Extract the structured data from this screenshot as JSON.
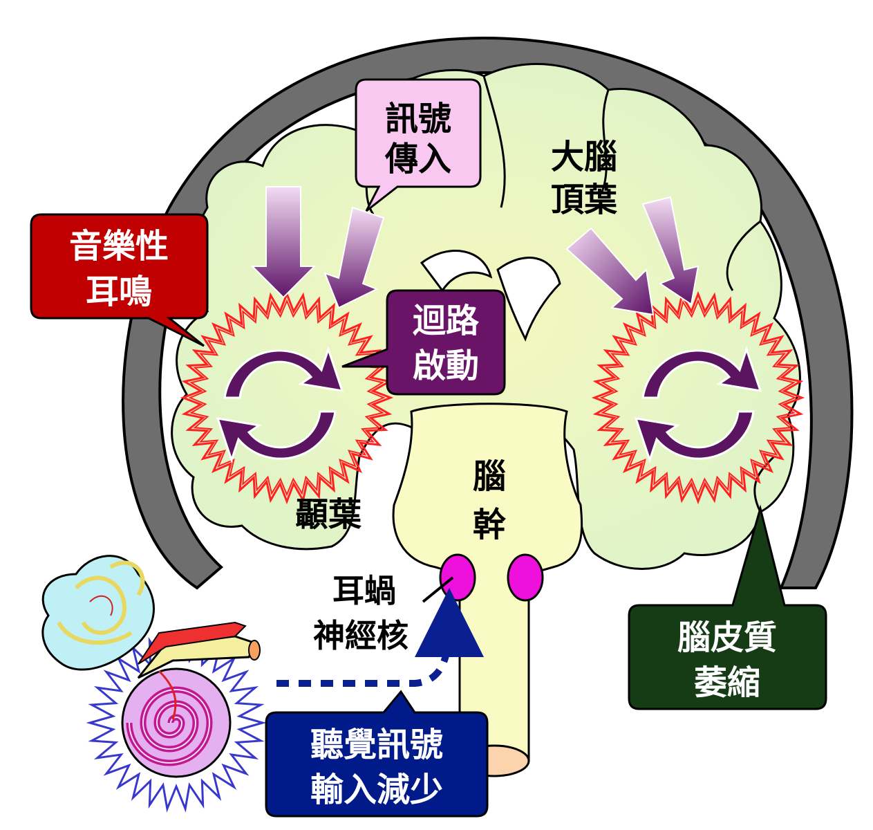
{
  "colors": {
    "skull": "#6e6e6e",
    "brain_fill": "#e0f5c8",
    "brain_center": "#f3f6c0",
    "brainstem": "#fafac4",
    "pink_nucleus": "#ee11dd",
    "purple_loop": "#5a1460",
    "red_box": "#c00000",
    "signal_box": "#f8c8f0",
    "loop_box": "#6a1468",
    "green_box": "#153c15",
    "blue_box": "#001a8a",
    "dotted_arrow": "#0a2090",
    "red_burst": "#ff2020",
    "blue_burst": "#3838cc"
  },
  "labels": {
    "signal_in": [
      "訊號",
      "傳入"
    ],
    "parietal": [
      "大腦",
      "頂葉"
    ],
    "musical_tinnitus": [
      "音樂性",
      "耳鳴"
    ],
    "loop_activation": [
      "迴路",
      "啟動"
    ],
    "temporal": "顳葉",
    "brainstem": [
      "腦",
      "幹"
    ],
    "cochlear_nucleus": [
      "耳蝸",
      "神經核"
    ],
    "cortical_atrophy": [
      "腦皮質",
      "萎縮"
    ],
    "reduced_input": [
      "聽覺訊號",
      "輸入減少"
    ]
  },
  "icons": [
    "circular-loop-icon",
    "inner-ear-cochlea-icon",
    "burst-icon"
  ]
}
